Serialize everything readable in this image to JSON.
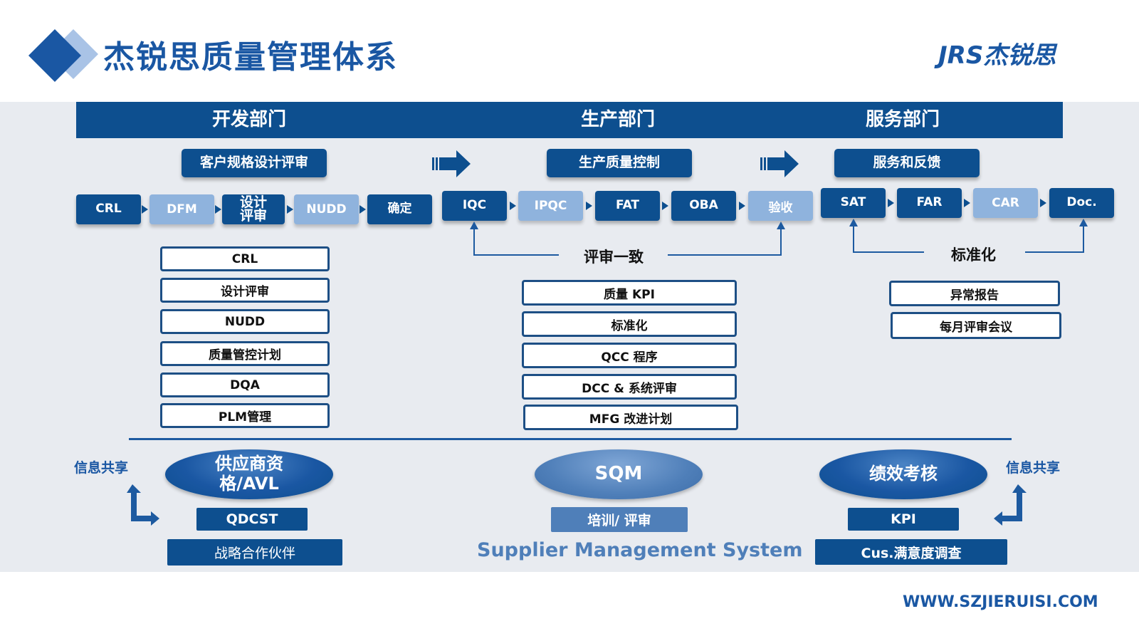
{
  "title": "杰锐思质量管理体系",
  "logo": "JRS杰锐思",
  "departments": [
    "开发部门",
    "生产部门",
    "服务部门"
  ],
  "dev": {
    "header": "客户规格设计评审",
    "steps": [
      "CRL",
      "DFM",
      "设计评审",
      "NUDD",
      "确定"
    ],
    "list": [
      "CRL",
      "设计评审",
      "NUDD",
      "质量管控计划",
      "DQA",
      "PLM管理"
    ]
  },
  "prod": {
    "header": "生产质量控制",
    "steps": [
      "IQC",
      "IPQC",
      "FAT",
      "OBA",
      "验收"
    ],
    "link_label": "评审一致",
    "list": [
      "质量 KPI",
      "标准化",
      "QCC 程序",
      "DCC & 系统评审",
      "MFG 改进计划"
    ]
  },
  "svc": {
    "header": "服务和反馈",
    "steps": [
      "SAT",
      "FAR",
      "CAR",
      "Doc."
    ],
    "link_label": "标准化",
    "list": [
      "异常报告",
      "每月评审会议"
    ]
  },
  "bottom": {
    "share_left": "信息共享",
    "share_right": "信息共享",
    "left": {
      "ellipse": "供应商资格/AVL",
      "box1": "QDCST",
      "box2": "战略合作伙伴"
    },
    "center": {
      "ellipse": "SQM",
      "box1": "培训/ 评审",
      "caption": "Supplier Management System"
    },
    "right": {
      "ellipse": "绩效考核",
      "box1": "KPI",
      "box2": "Cus.满意度调查"
    }
  },
  "website": "WWW.SZJIERUISI.COM",
  "colors": {
    "primary": "#0d4f8f",
    "light": "#8fb3dd",
    "accent": "#1a57a3"
  }
}
